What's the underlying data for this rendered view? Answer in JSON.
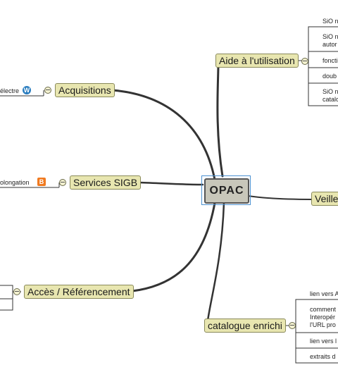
{
  "root": {
    "label": "OPAC"
  },
  "branches": {
    "aide": "Aide à l'utilisation",
    "acquisitions": "Acquisitions",
    "services": "Services SIGB",
    "veille": "Veille",
    "acces": "Accès / Référencement",
    "catalogue": "catalogue enrichi"
  },
  "leaves": {
    "aide": [
      "SiO n",
      "SiO n",
      "autor",
      "foncti",
      "doub",
      "SiO n",
      "catalo"
    ],
    "acquisitions": "électre",
    "services": "olongation",
    "catalogue": [
      "lien vers A",
      "comment",
      "Interopér",
      "l'URL pro",
      "lien vers l",
      "extraits d"
    ]
  },
  "icons": {
    "wordpress": "wordpress-icon",
    "blogger": "blogger-icon"
  },
  "colors": {
    "node_fill": "#e8e6b0",
    "root_fill": "#c8c7ba",
    "selection": "#4a90d0",
    "connector": "#333333"
  }
}
